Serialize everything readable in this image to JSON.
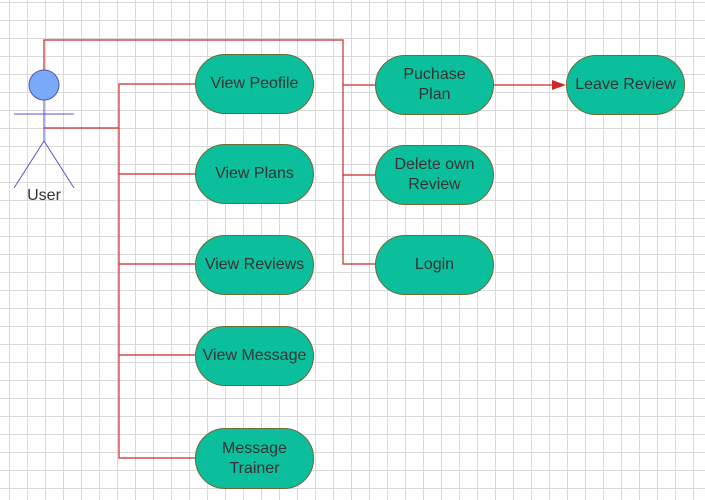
{
  "diagram": {
    "actor": {
      "label": "User"
    },
    "use_cases": {
      "view_profile": "View Peofile",
      "view_plans": "View Plans",
      "view_reviews": "View Reviews",
      "view_message": "View Message",
      "message_trainer": "Message\nTrainer",
      "purchase_plan": "Puchase\nPlan",
      "delete_review": "Delete own\nReview",
      "login": "Login",
      "leave_review": "Leave Review"
    },
    "colors": {
      "use_case_fill": "#0bbf9c",
      "use_case_border": "#6d6a34",
      "connector": "#cc2a2a",
      "actor_head": "#7aa9f7",
      "actor_body": "#5555cc"
    }
  }
}
